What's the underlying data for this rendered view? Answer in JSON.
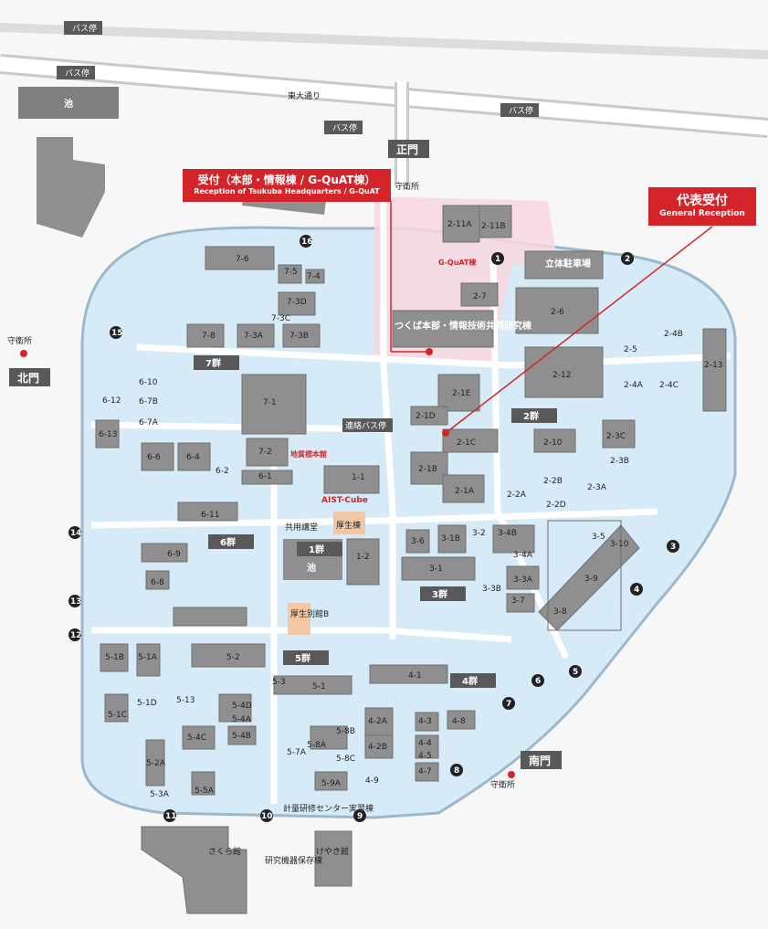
{
  "bus_stop_label": "バス停",
  "guard_label": "守衛所",
  "road_label": "東大通り",
  "pond_label": "池",
  "gates": {
    "main": "正門",
    "north": "北門",
    "south": "南門"
  },
  "callouts": {
    "reception_jp": "受付（本部・情報棟 / G-QuAT棟）",
    "reception_en": "Reception of Tsukuba Headquarters / G-QuAT",
    "general_jp": "代表受付",
    "general_en": "General Reception"
  },
  "groups": {
    "g1": "1群",
    "g2": "2群",
    "g3": "3群",
    "g4": "4群",
    "g5": "5群",
    "g6": "6群",
    "g7": "7群"
  },
  "special": {
    "gquat": "G-QuAT棟",
    "aist_cube": "AIST-Cube",
    "geo_museum": "地質標本館",
    "shared_lecture": "共用講堂",
    "welfare": "厚生棟",
    "welfare_b": "厚生別館B",
    "joint_lab": "つくば本部・情報技術共同研究棟",
    "parking": "立体駐車場",
    "liaison_bus": "連絡バス停",
    "metrology": "計量研修センター実習棟",
    "sakura": "さくら館",
    "keyaki": "けやき館",
    "equipment": "研究機器保存棟"
  },
  "buildings": [
    "2-11A",
    "2-11B",
    "2-7",
    "2-6",
    "2-5",
    "2-4B",
    "2-4A",
    "2-4C",
    "2-12",
    "2-13",
    "2-1E",
    "2-1D",
    "2-1C",
    "2-1B",
    "2-1A",
    "2-10",
    "2-3C",
    "2-3B",
    "2-3A",
    "2-2A",
    "2-2B",
    "2-2D",
    "7-6",
    "7-5",
    "7-4",
    "7-3D",
    "7-3C",
    "7-3A",
    "7-3B",
    "7-8",
    "7-1",
    "7-2",
    "6-10",
    "6-7B",
    "6-7A",
    "6-12",
    "6-13",
    "6-6",
    "6-4",
    "6-2",
    "6-1",
    "6-11",
    "6-9",
    "6-8",
    "1-1",
    "1-2",
    "3-6",
    "3-1B",
    "3-2",
    "3-4B",
    "3-4A",
    "3-3A",
    "3-7",
    "3-1",
    "3-3B",
    "3-5",
    "3-10",
    "3-9",
    "3-8",
    "4-1",
    "4-2A",
    "4-2B",
    "4-3",
    "4-4",
    "4-5",
    "4-7",
    "4-8",
    "4-9",
    "5-1B",
    "5-1A",
    "5-1C",
    "5-1D",
    "5-2",
    "5-3",
    "5-1",
    "5-13",
    "5-4D",
    "5-4A",
    "5-4B",
    "5-4C",
    "5-7A",
    "5-8A",
    "5-8B",
    "5-8C",
    "5-9A",
    "5-2A",
    "5-3A",
    "5-5A"
  ],
  "gate_numbers": [
    "1",
    "2",
    "3",
    "4",
    "5",
    "6",
    "7",
    "8",
    "9",
    "10",
    "11",
    "12",
    "13",
    "14",
    "15",
    "16"
  ],
  "colors": {
    "campus": "#d6ebf7",
    "road": "#ffffff",
    "building": "#8f8f8f",
    "red": "#d4242a",
    "dark": "#595959",
    "pink": "#f9d7df"
  }
}
